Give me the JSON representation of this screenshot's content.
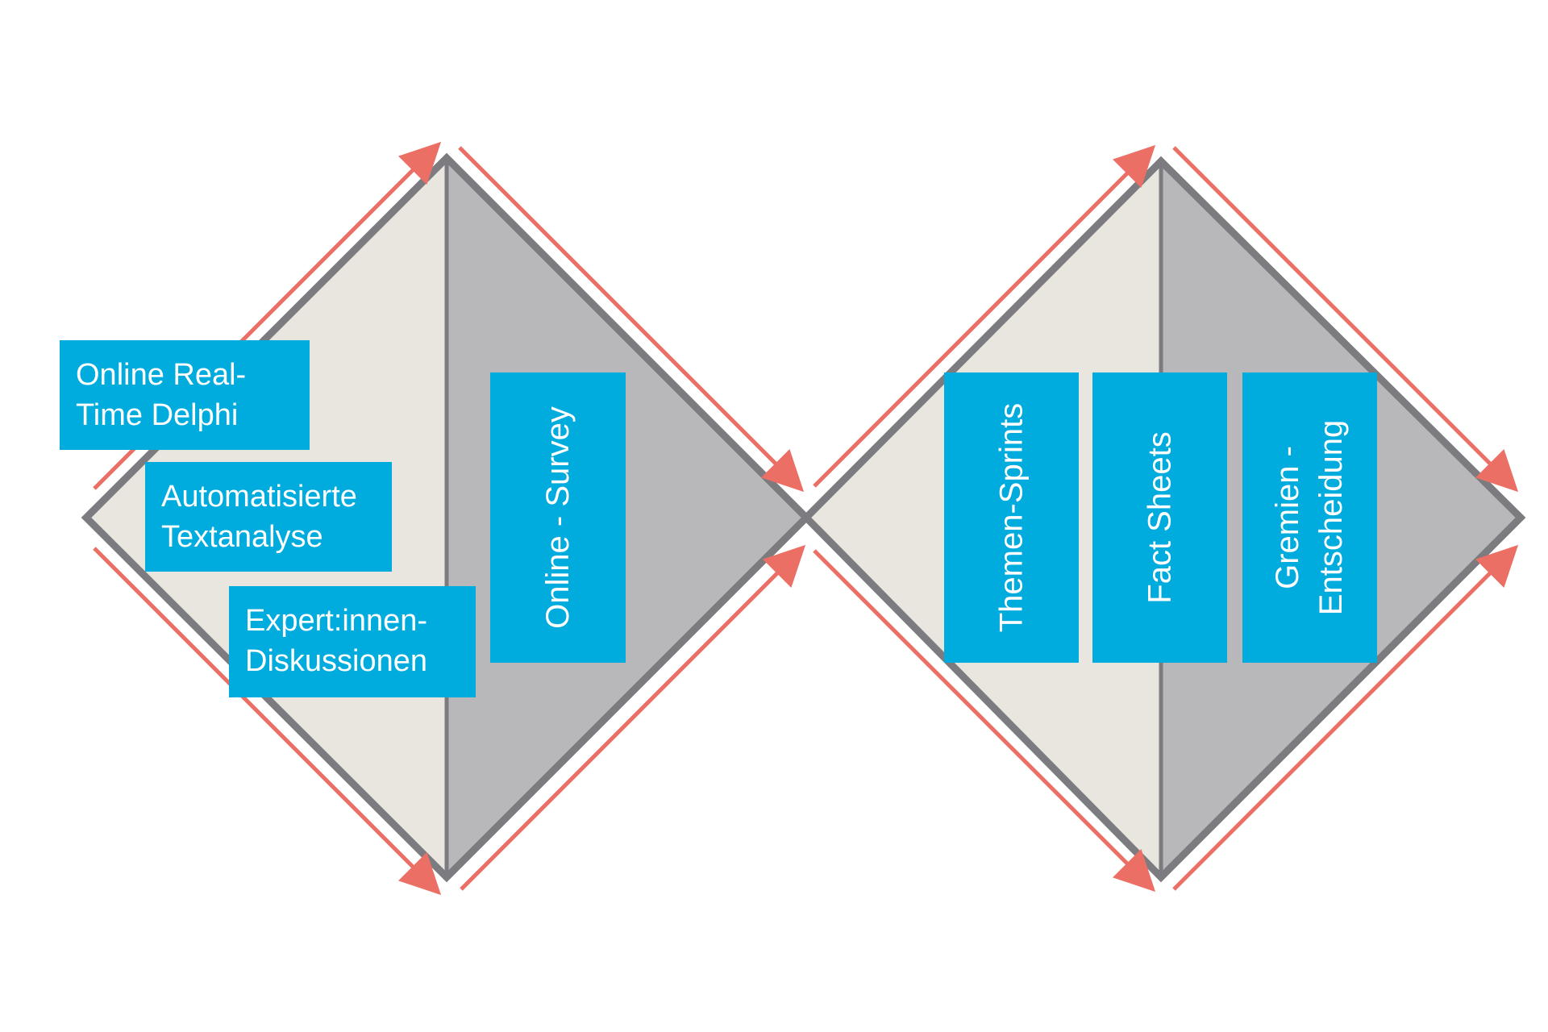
{
  "colors": {
    "divergent_fill": "#E8E6DF",
    "convergent_fill": "#B8B8BA",
    "outline": "#7C7C80",
    "arrow": "#EC6F65",
    "box": "#00ABDD",
    "box_text": "#FFFFFF"
  },
  "diamond_1": {
    "boxes": {
      "realtime_delphi": {
        "line1": "Online Real-",
        "line2": "Time Delphi"
      },
      "textanalyse": {
        "line1": "Automatisierte",
        "line2": "Textanalyse"
      },
      "diskussionen": {
        "line1": "Expert:innen-",
        "line2": "Diskussionen"
      },
      "survey": {
        "line1": "Online - Survey"
      }
    }
  },
  "diamond_2": {
    "boxes": {
      "themen_sprints": {
        "line1": "Themen-Sprints"
      },
      "fact_sheets": {
        "line1": "Fact Sheets"
      },
      "gremien": {
        "line1": "Gremien -",
        "line2": "Entscheidung"
      }
    }
  }
}
